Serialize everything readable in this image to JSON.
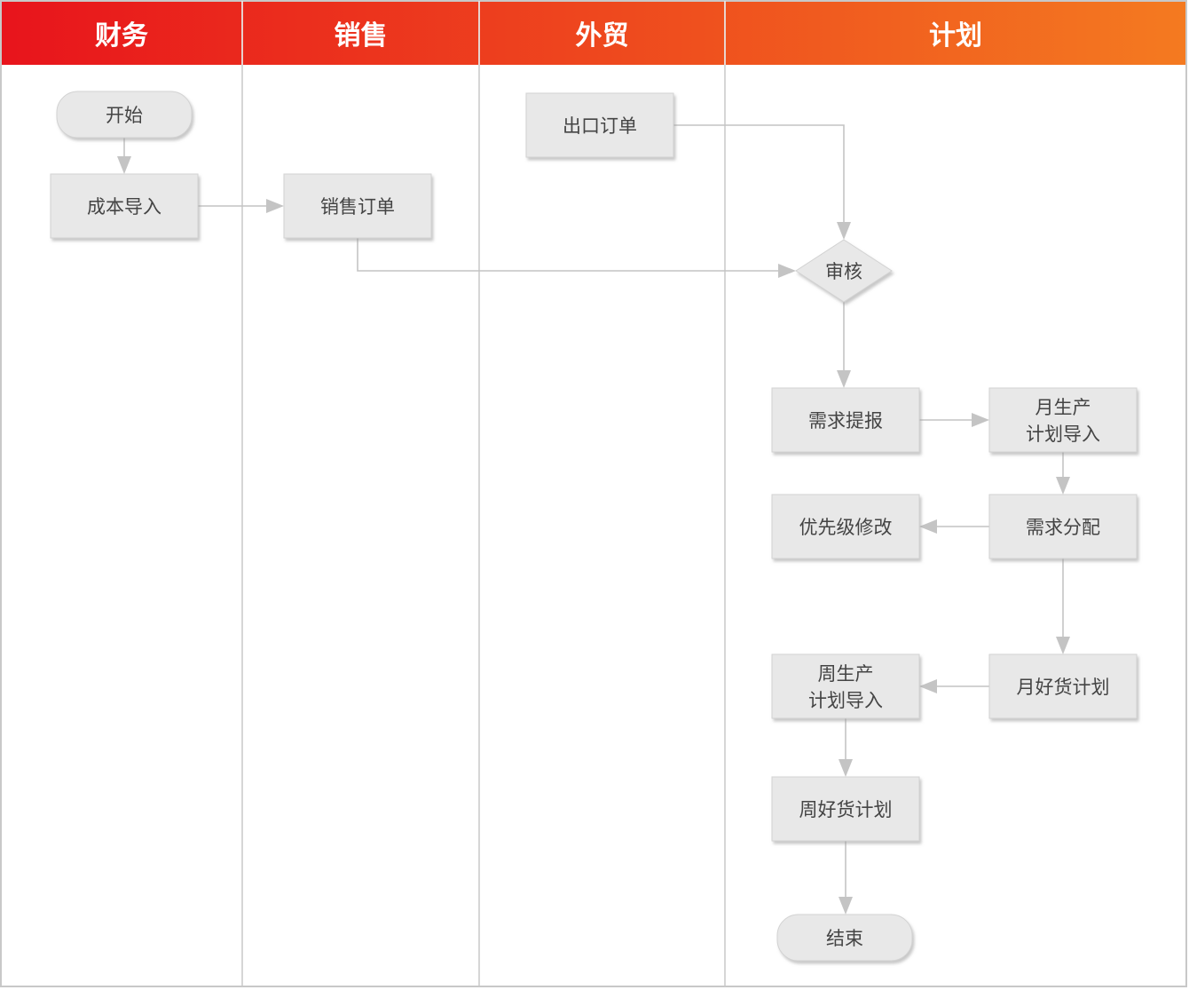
{
  "lanes": [
    {
      "id": "finance",
      "title": "财务"
    },
    {
      "id": "sales",
      "title": "销售"
    },
    {
      "id": "trade",
      "title": "外贸"
    },
    {
      "id": "plan",
      "title": "计划"
    }
  ],
  "nodes": [
    {
      "id": "start",
      "shape": "terminal",
      "lines": [
        "开始"
      ]
    },
    {
      "id": "cost-import",
      "shape": "process",
      "lines": [
        "成本导入"
      ]
    },
    {
      "id": "sales-order",
      "shape": "process",
      "lines": [
        "销售订单"
      ]
    },
    {
      "id": "export-order",
      "shape": "process",
      "lines": [
        "出口订单"
      ]
    },
    {
      "id": "review",
      "shape": "decision",
      "lines": [
        "审核"
      ]
    },
    {
      "id": "demand-report",
      "shape": "process",
      "lines": [
        "需求提报"
      ]
    },
    {
      "id": "monthly-plan-import",
      "shape": "process",
      "lines": [
        "月生产",
        "计划导入"
      ]
    },
    {
      "id": "demand-allocation",
      "shape": "process",
      "lines": [
        "需求分配"
      ]
    },
    {
      "id": "priority-modify",
      "shape": "process",
      "lines": [
        "优先级修改"
      ]
    },
    {
      "id": "monthly-goods-plan",
      "shape": "process",
      "lines": [
        "月好货计划"
      ]
    },
    {
      "id": "weekly-plan-import",
      "shape": "process",
      "lines": [
        "周生产",
        "计划导入"
      ]
    },
    {
      "id": "weekly-goods-plan",
      "shape": "process",
      "lines": [
        "周好货计划"
      ]
    },
    {
      "id": "end",
      "shape": "terminal",
      "lines": [
        "结束"
      ]
    }
  ],
  "edges": [
    {
      "from": "start",
      "to": "cost-import"
    },
    {
      "from": "cost-import",
      "to": "sales-order"
    },
    {
      "from": "sales-order",
      "to": "review"
    },
    {
      "from": "export-order",
      "to": "review"
    },
    {
      "from": "review",
      "to": "demand-report"
    },
    {
      "from": "demand-report",
      "to": "monthly-plan-import"
    },
    {
      "from": "monthly-plan-import",
      "to": "demand-allocation"
    },
    {
      "from": "demand-allocation",
      "to": "priority-modify"
    },
    {
      "from": "demand-allocation",
      "to": "monthly-goods-plan"
    },
    {
      "from": "monthly-goods-plan",
      "to": "weekly-plan-import"
    },
    {
      "from": "weekly-plan-import",
      "to": "weekly-goods-plan"
    },
    {
      "from": "weekly-goods-plan",
      "to": "end"
    }
  ],
  "colors": {
    "header_start": "#e8141c",
    "header_end": "#f47a20",
    "node_fill": "#e8e8e8",
    "edge": "#c4c4c4",
    "lane_divider": "#c8c8c8"
  }
}
